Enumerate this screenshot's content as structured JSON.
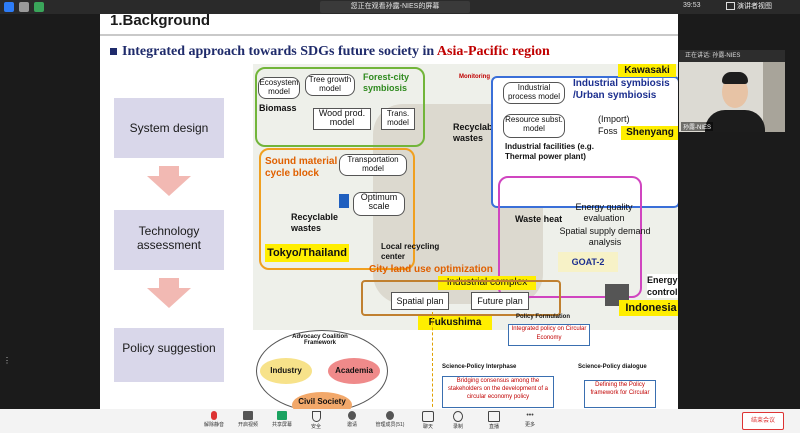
{
  "window": {
    "sharing_label": "您正在观看孙露-NIES的屏幕",
    "time": "39:53",
    "view_button": "演讲者视图"
  },
  "slide": {
    "title": "1.Background",
    "subtitle_main": "Integrated approach towards SDGs future society in ",
    "subtitle_region": "Asia-Pacific region",
    "stages": [
      "System design",
      "Technology assessment",
      "Policy suggestion"
    ],
    "diagram": {
      "ecosystem_model": "Ecosystem model",
      "tree_growth_model": "Tree growth model",
      "biomass": "Biomass",
      "wood_prod_model": "Wood prod. model",
      "trans_model": "Trans. model",
      "forest_city": "Forest-city symbiosis",
      "recyclable_wastes_top": "Recyclable wastes",
      "monitoring": "Monitoring",
      "industrial_process_model": "Industrial process model",
      "industrial_symbiosis": "Industrial symbiosis /Urban symbiosis",
      "kawasaki": "Kawasaki",
      "resource_subst_model": "Resource subst. model",
      "import": "(Import)",
      "fossil": "Foss",
      "shenyang": "Shenyang",
      "industrial_facilities": "Industrial facilities (e.g. Thermal power plant)",
      "sound_material": "Sound material cycle block",
      "transportation_model": "Transportation model",
      "optimum_scale": "Optimum scale",
      "recyclable_wastes": "Recyclable wastes",
      "tokyo": "Tokyo/Thailand",
      "local_recycling": "Local recycling center",
      "waste_heat": "Waste heat",
      "energy_quality": "Energy quality evaluation",
      "spatial_supply": "Spatial supply demand analysis",
      "goat": "GOAT-2",
      "industrial_complex": "Industrial complex",
      "city_land_use": "City land use optimization",
      "spatial_plan": "Spatial plan",
      "future_plan": "Future plan",
      "fukushima": "Fukushima",
      "energy_monitoring": "Energy monitoring and control center",
      "indonesia": "Indonesia"
    },
    "lower": {
      "advocacy": "Advocacy Coalition Framework",
      "industry": "Industry",
      "academia": "Academia",
      "civil_society": "Civil Society",
      "policy_formulation": "Policy Formulation",
      "integrated_policy": "Integrated policy on Circular Economy",
      "science_policy_interphase": "Science-Policy Interphase",
      "science_policy_dialogue": "Science-Policy dialogue",
      "bridging": "Bridging consensus among the stakeholders on the development of a circular economy policy",
      "defining": "Defining the Policy framework for Circular"
    }
  },
  "webcam": {
    "header": "正在讲话: 孙露-NIES",
    "name": "孙露-NIES"
  },
  "toolbar": {
    "items": [
      "解除静音",
      "开启视频",
      "共享屏幕",
      "安全",
      "邀请",
      "管理成员(51)",
      "聊天",
      "录制",
      "直播",
      "更多"
    ],
    "end_button": "结束会议"
  }
}
